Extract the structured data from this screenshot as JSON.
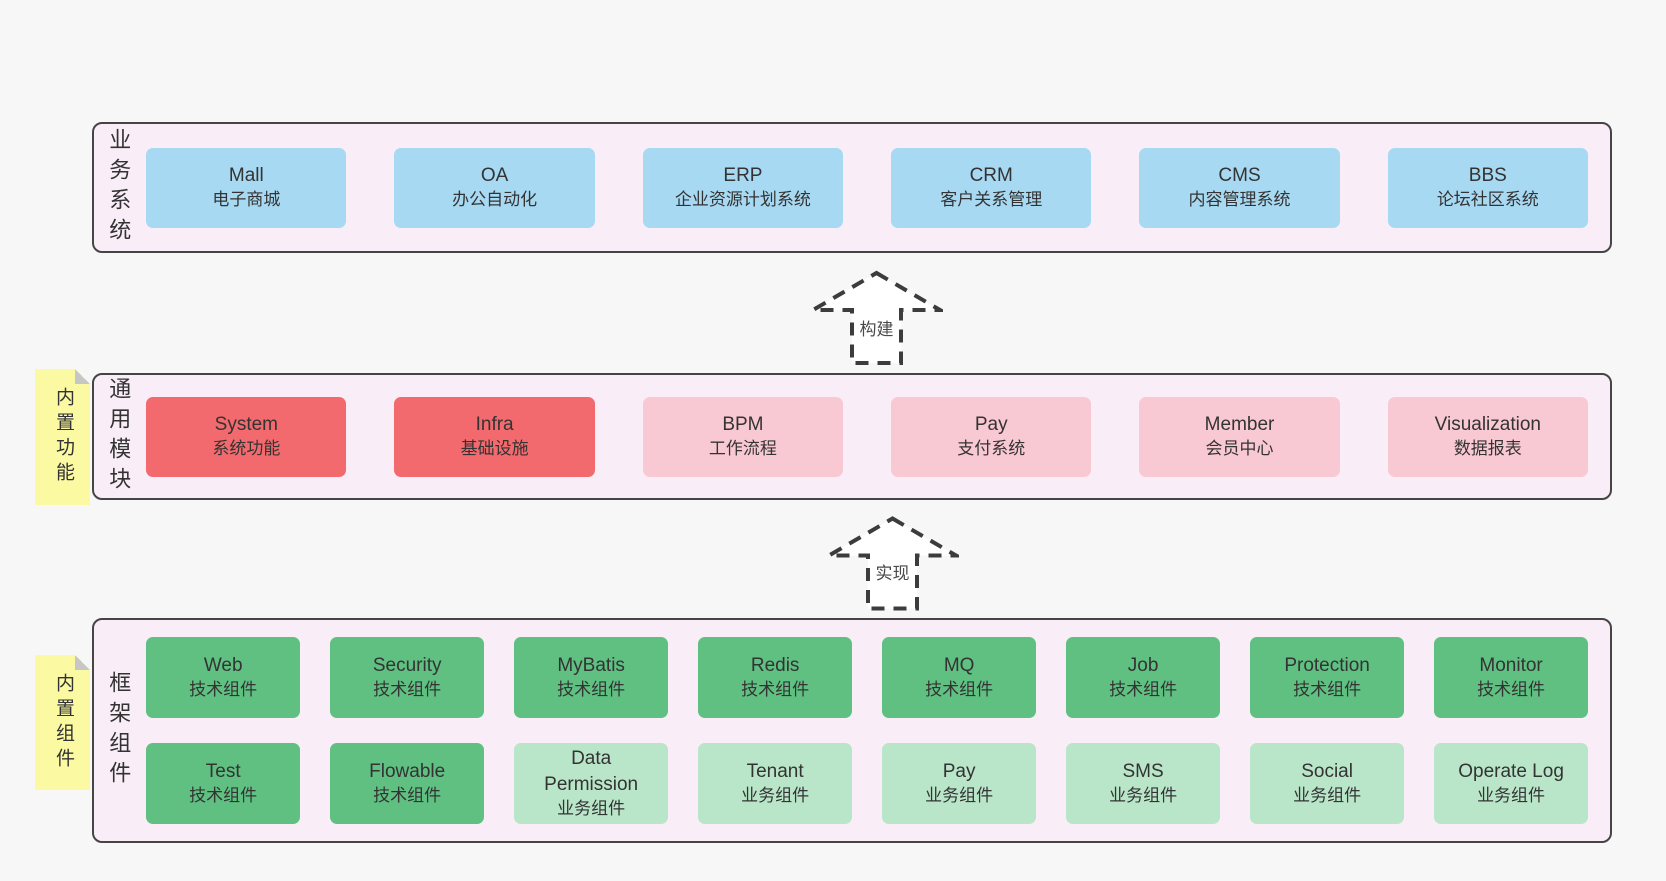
{
  "palette": {
    "page_background": "#f7f7f7",
    "panel_background": "#f9eef7",
    "panel_border": "#454545",
    "box_blue": "#a8d9f2",
    "box_red": "#f26a6d",
    "box_pink": "#f9c9d3",
    "box_green": "#5fc081",
    "box_green_light": "#b9e6c9",
    "sticky_yellow": "#fbf9a2",
    "text": "#333333"
  },
  "arrows": [
    {
      "label": "构建"
    },
    {
      "label": "实现"
    }
  ],
  "layers": [
    {
      "label": "业务系统",
      "boxes": [
        {
          "en": "Mall",
          "zh": "电子商城",
          "variant": "blue"
        },
        {
          "en": "OA",
          "zh": "办公自动化",
          "variant": "blue"
        },
        {
          "en": "ERP",
          "zh": "企业资源计划系统",
          "variant": "blue"
        },
        {
          "en": "CRM",
          "zh": "客户关系管理",
          "variant": "blue"
        },
        {
          "en": "CMS",
          "zh": "内容管理系统",
          "variant": "blue"
        },
        {
          "en": "BBS",
          "zh": "论坛社区系统",
          "variant": "blue"
        }
      ]
    },
    {
      "label": "通用模块",
      "sticky": "内置功能",
      "boxes": [
        {
          "en": "System",
          "zh": "系统功能",
          "variant": "red"
        },
        {
          "en": "Infra",
          "zh": "基础设施",
          "variant": "red"
        },
        {
          "en": "BPM",
          "zh": "工作流程",
          "variant": "pink"
        },
        {
          "en": "Pay",
          "zh": "支付系统",
          "variant": "pink"
        },
        {
          "en": "Member",
          "zh": "会员中心",
          "variant": "pink"
        },
        {
          "en": "Visualization",
          "zh": "数据报表",
          "variant": "pink"
        }
      ]
    },
    {
      "label": "框架组件",
      "sticky": "内置组件",
      "rows": [
        [
          {
            "en": "Web",
            "zh": "技术组件",
            "variant": "green"
          },
          {
            "en": "Security",
            "zh": "技术组件",
            "variant": "green"
          },
          {
            "en": "MyBatis",
            "zh": "技术组件",
            "variant": "green"
          },
          {
            "en": "Redis",
            "zh": "技术组件",
            "variant": "green"
          },
          {
            "en": "MQ",
            "zh": "技术组件",
            "variant": "green"
          },
          {
            "en": "Job",
            "zh": "技术组件",
            "variant": "green"
          },
          {
            "en": "Protection",
            "zh": "技术组件",
            "variant": "green"
          },
          {
            "en": "Monitor",
            "zh": "技术组件",
            "variant": "green"
          }
        ],
        [
          {
            "en": "Test",
            "zh": "技术组件",
            "variant": "green"
          },
          {
            "en": "Flowable",
            "zh": "技术组件",
            "variant": "green"
          },
          {
            "en": "Data Permission",
            "zh": "业务组件",
            "variant": "green-light"
          },
          {
            "en": "Tenant",
            "zh": "业务组件",
            "variant": "green-light"
          },
          {
            "en": "Pay",
            "zh": "业务组件",
            "variant": "green-light"
          },
          {
            "en": "SMS",
            "zh": "业务组件",
            "variant": "green-light"
          },
          {
            "en": "Social",
            "zh": "业务组件",
            "variant": "green-light"
          },
          {
            "en": "Operate Log",
            "zh": "业务组件",
            "variant": "green-light"
          }
        ]
      ]
    }
  ]
}
